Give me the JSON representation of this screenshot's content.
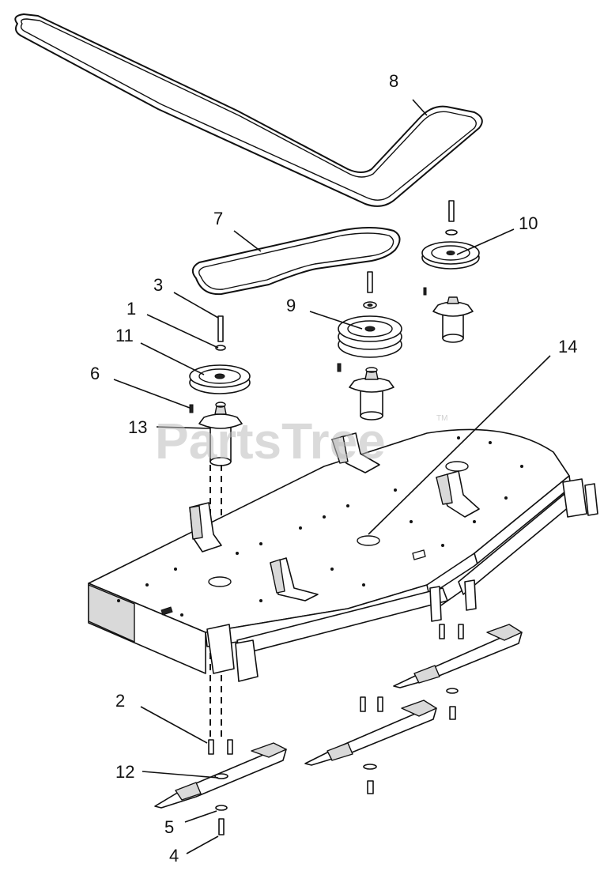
{
  "watermark": {
    "text": "PartsTree",
    "trademark": "TM"
  },
  "callouts": {
    "c1": "1",
    "c2": "2",
    "c3": "3",
    "c4": "4",
    "c5": "5",
    "c6": "6",
    "c7": "7",
    "c8": "8",
    "c9": "9",
    "c10": "10",
    "c11": "11",
    "c12": "12",
    "c13": "13",
    "c14": "14"
  }
}
